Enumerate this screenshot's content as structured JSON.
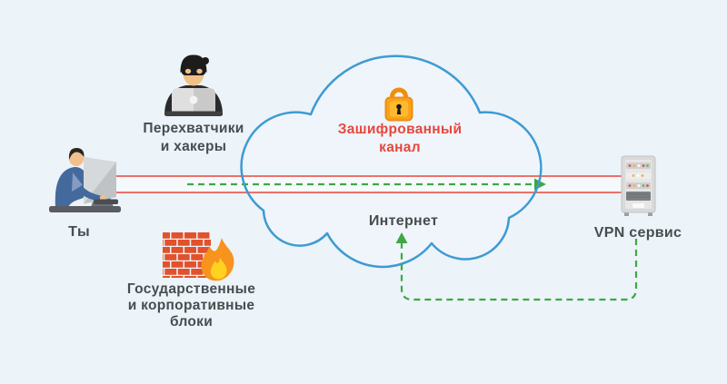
{
  "diagram": {
    "title_implicit": "VPN encrypted channel scheme",
    "labels": {
      "user": "Ты",
      "hackers_line1": "Перехватчики",
      "hackers_line2": "и хакеры",
      "blocks_line1": "Государственные",
      "blocks_line2": "и корпоративные",
      "blocks_line3": "блоки",
      "encrypted_line1": "Зашифрованный",
      "encrypted_line2": "канал",
      "internet": "Интернет",
      "vpn": "VPN сервис"
    },
    "icons": [
      "user-at-computer-icon",
      "hacker-icon",
      "firewall-brick-flame-icon",
      "padlock-icon",
      "internet-cloud-shape",
      "vpn-server-icon"
    ],
    "colors": {
      "background": "#ECF3F9",
      "cloud_stroke": "#3D9BD3",
      "red_line": "#E8473B",
      "green_dash": "#3EA843",
      "encrypted_text": "#E8463C",
      "label_text": "#474D4F",
      "lock_body": "#F9A21B",
      "lock_border": "#EF8E0F",
      "brick": "#E2512B",
      "flame_outer": "#F7941E",
      "flame_inner": "#FFD21F",
      "suit_blue": "#44699D"
    }
  }
}
